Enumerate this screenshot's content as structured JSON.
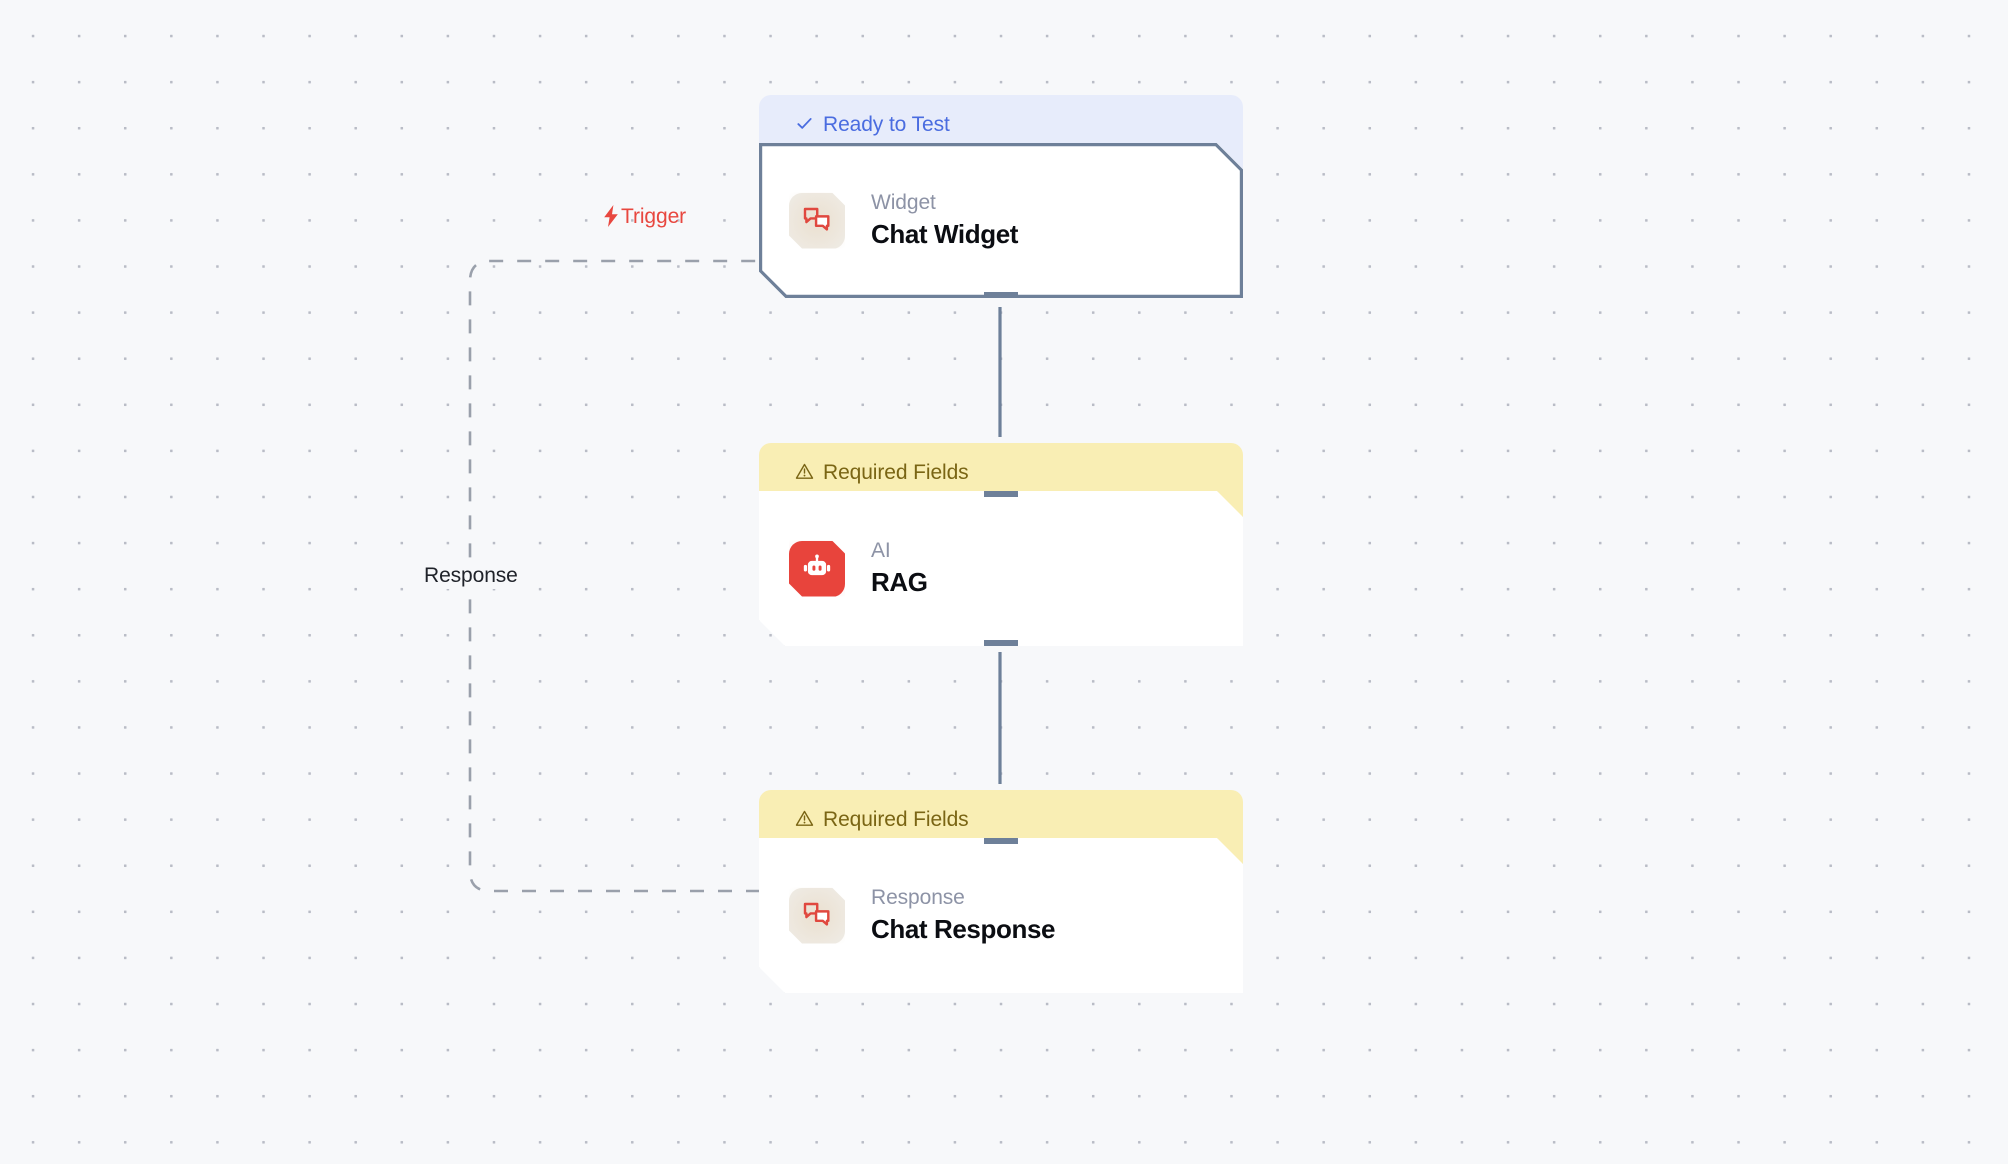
{
  "canvas": {
    "background_color": "#f7f8fa",
    "grid": "dot-grid"
  },
  "colors": {
    "ready_badge_bg": "#e7ecfb",
    "ready_badge_text": "#4a6ce0",
    "warn_badge_bg": "#f9eeb4",
    "warn_badge_text": "#7a6514",
    "selected_border": "#6e8099",
    "handle": "#6e8099",
    "trigger_label": "#e8473f",
    "response_label": "#20232a",
    "accent_red": "#e8443c",
    "node_kind_text": "#8d93a6",
    "node_title_text": "#0b0d12",
    "edge_dashed": "#9aa0ab",
    "edge_solid": "#6e8099"
  },
  "edges": [
    {
      "id": "trigger-edge",
      "label": "Trigger",
      "icon": "lightning-bolt-icon",
      "style": "dashed",
      "from": "chat-response-node",
      "to": "chat-widget-node"
    },
    {
      "id": "response-edge",
      "label": "Response",
      "style": "dashed",
      "from": "chat-response-node",
      "to": "chat-widget-node"
    },
    {
      "id": "widget-to-rag",
      "label": "",
      "style": "solid",
      "from": "chat-widget-node",
      "to": "rag-node"
    },
    {
      "id": "rag-to-response",
      "label": "",
      "style": "solid",
      "from": "rag-node",
      "to": "chat-response-node"
    }
  ],
  "nodes": [
    {
      "id": "chat-widget-node",
      "status_label": "Ready to Test",
      "status_icon": "check-icon",
      "status_kind": "ready",
      "kind": "Widget",
      "title": "Chat Widget",
      "icon": "chat-bubbles-icon",
      "selected": true
    },
    {
      "id": "rag-node",
      "status_label": "Required Fields",
      "status_icon": "warning-triangle-icon",
      "status_kind": "warn",
      "kind": "AI",
      "title": "RAG",
      "icon": "robot-icon",
      "selected": false
    },
    {
      "id": "chat-response-node",
      "status_label": "Required Fields",
      "status_icon": "warning-triangle-icon",
      "status_kind": "warn",
      "kind": "Response",
      "title": "Chat Response",
      "icon": "chat-bubbles-icon",
      "selected": false
    }
  ]
}
